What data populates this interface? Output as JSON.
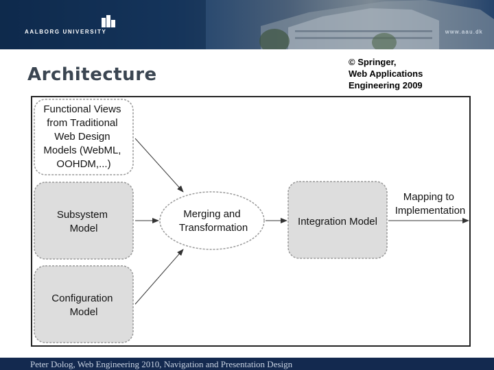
{
  "header": {
    "university": "AALBORG UNIVERSITY",
    "url": "www.aau.dk"
  },
  "slide": {
    "title": "Architecture",
    "credit": [
      "© Springer,",
      "Web Applications",
      "Engineering 2009"
    ]
  },
  "diagram": {
    "nodes": {
      "functional_views": [
        "Functional Views",
        "from Traditional",
        "Web Design",
        "Models (WebML,",
        "OOHDM,...)"
      ],
      "subsystem_model": [
        "Subsystem",
        "Model"
      ],
      "configuration_model": [
        "Configuration",
        "Model"
      ],
      "merging": [
        "Merging and",
        "Transformation"
      ],
      "integration_model": [
        "Integration Model"
      ],
      "mapping": [
        "Mapping to",
        "Implementation"
      ]
    },
    "colors": {
      "box_fill": "#dddddd",
      "box_stroke": "#999999",
      "arrow": "#333333"
    }
  },
  "footer": {
    "text": "Peter Dolog, Web Engineering 2010, Navigation and Presentation Design"
  }
}
